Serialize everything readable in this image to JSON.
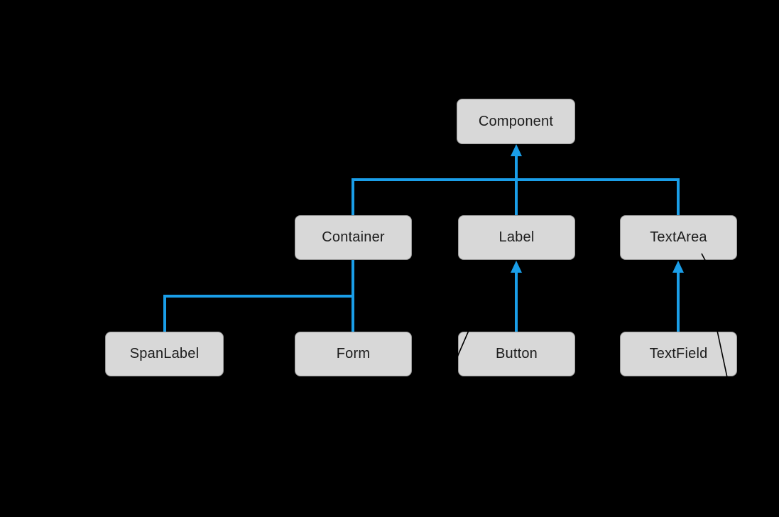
{
  "diagram": {
    "type": "class-inheritance-tree",
    "colors": {
      "background": "#000000",
      "connector": "#1a9ee8",
      "node_fill": "#d8d8d8",
      "node_border": "#9a9a9a",
      "node_text": "#1c1c1c",
      "annotation_line": "#000000"
    },
    "nodes": {
      "component": {
        "label": "Component"
      },
      "container": {
        "label": "Container"
      },
      "label": {
        "label": "Label"
      },
      "textarea": {
        "label": "TextArea"
      },
      "spanlabel": {
        "label": "SpanLabel"
      },
      "form": {
        "label": "Form"
      },
      "button": {
        "label": "Button"
      },
      "textfield": {
        "label": "TextField"
      }
    },
    "edges": [
      {
        "from": "Container",
        "to": "Component",
        "arrowhead_at": "Component"
      },
      {
        "from": "Label",
        "to": "Component",
        "arrowhead_at": "Component"
      },
      {
        "from": "TextArea",
        "to": "Component",
        "arrowhead_at": "Component"
      },
      {
        "from": "SpanLabel",
        "to": "Container",
        "arrowhead_at": "none"
      },
      {
        "from": "Form",
        "to": "Container",
        "arrowhead_at": "none"
      },
      {
        "from": "Button",
        "to": "Label",
        "arrowhead_at": "Label"
      },
      {
        "from": "TextField",
        "to": "TextArea",
        "arrowhead_at": "TextArea"
      }
    ],
    "annotations": [
      {
        "type": "leader-line-fragment",
        "location": "button-top-left"
      },
      {
        "type": "leader-line-fragment",
        "location": "textfield-right"
      },
      {
        "type": "leader-line-fragment",
        "location": "textarea-bottom-right"
      }
    ]
  }
}
